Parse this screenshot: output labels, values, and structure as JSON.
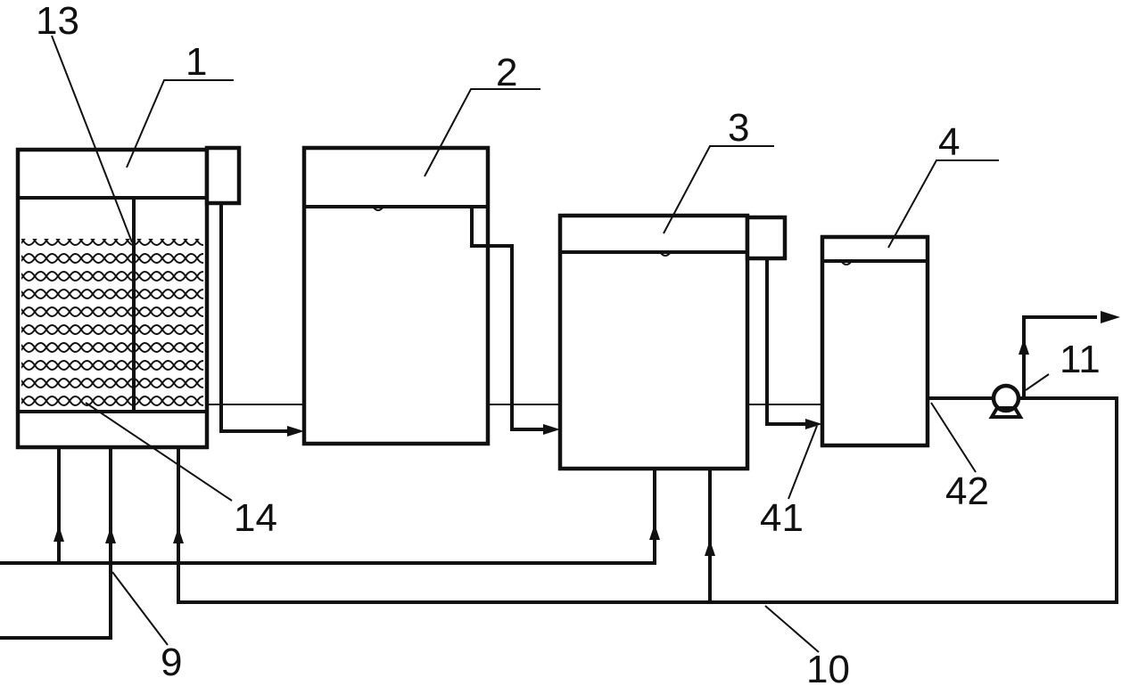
{
  "labels": {
    "unit_1": "1",
    "unit_2": "2",
    "unit_3": "3",
    "unit_4": "4",
    "pump_11": "11",
    "part_13": "13",
    "part_14": "14",
    "port_41": "41",
    "port_42": "42",
    "pipe_9": "9",
    "pipe_10": "10"
  },
  "colors": {
    "line": "#111111",
    "background": "#ffffff"
  }
}
